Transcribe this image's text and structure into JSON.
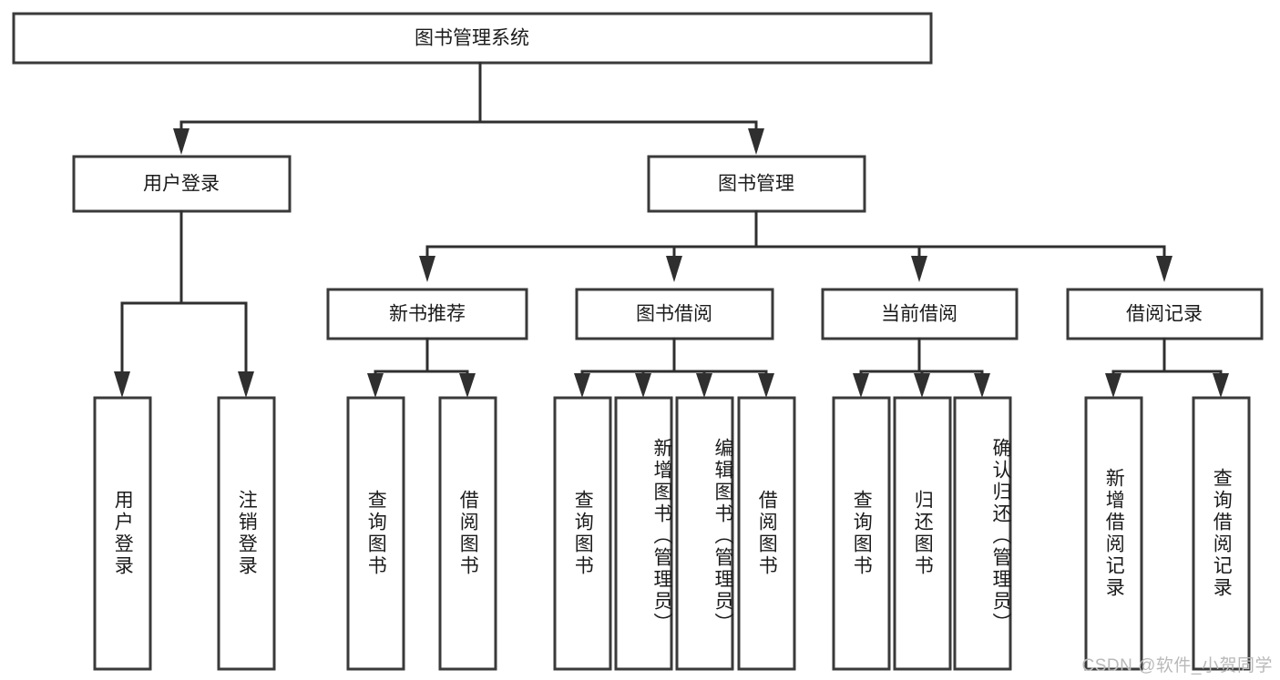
{
  "diagram": {
    "title": "图书管理系统",
    "watermark": "CSDN @软件_小贺同学",
    "root": {
      "label": "图书管理系统"
    },
    "level1": [
      {
        "label": "用户登录"
      },
      {
        "label": "图书管理"
      }
    ],
    "level2": [
      {
        "label": "新书推荐"
      },
      {
        "label": "图书借阅"
      },
      {
        "label": "当前借阅"
      },
      {
        "label": "借阅记录"
      }
    ],
    "leaves": {
      "user_login": [
        {
          "label": "用户登录"
        },
        {
          "label": "注销登录"
        }
      ],
      "new_book_recommend": [
        {
          "label": "查询图书"
        },
        {
          "label": "借阅图书"
        }
      ],
      "book_borrow": [
        {
          "label": "查询图书"
        },
        {
          "label": "新增图书（管理员）"
        },
        {
          "label": "编辑图书（管理员）"
        },
        {
          "label": "借阅图书"
        }
      ],
      "current_borrow": [
        {
          "label": "查询图书"
        },
        {
          "label": "归还图书"
        },
        {
          "label": "确认归还（管理员）"
        }
      ],
      "borrow_record": [
        {
          "label": "新增借阅记录"
        },
        {
          "label": "查询借阅记录"
        }
      ]
    }
  },
  "chart_data": {
    "type": "diagram",
    "subtype": "tree-hierarchy",
    "title": "图书管理系统",
    "orientation": "top-down",
    "nodes": [
      {
        "id": "root",
        "label": "图书管理系统",
        "level": 0,
        "parent": null
      },
      {
        "id": "n1",
        "label": "用户登录",
        "level": 1,
        "parent": "root"
      },
      {
        "id": "n2",
        "label": "图书管理",
        "level": 1,
        "parent": "root"
      },
      {
        "id": "n1a",
        "label": "用户登录",
        "level": 2,
        "parent": "n1"
      },
      {
        "id": "n1b",
        "label": "注销登录",
        "level": 2,
        "parent": "n1"
      },
      {
        "id": "n2a",
        "label": "新书推荐",
        "level": 2,
        "parent": "n2"
      },
      {
        "id": "n2b",
        "label": "图书借阅",
        "level": 2,
        "parent": "n2"
      },
      {
        "id": "n2c",
        "label": "当前借阅",
        "level": 2,
        "parent": "n2"
      },
      {
        "id": "n2d",
        "label": "借阅记录",
        "level": 2,
        "parent": "n2"
      },
      {
        "id": "n2a1",
        "label": "查询图书",
        "level": 3,
        "parent": "n2a"
      },
      {
        "id": "n2a2",
        "label": "借阅图书",
        "level": 3,
        "parent": "n2a"
      },
      {
        "id": "n2b1",
        "label": "查询图书",
        "level": 3,
        "parent": "n2b"
      },
      {
        "id": "n2b2",
        "label": "新增图书（管理员）",
        "level": 3,
        "parent": "n2b"
      },
      {
        "id": "n2b3",
        "label": "编辑图书（管理员）",
        "level": 3,
        "parent": "n2b"
      },
      {
        "id": "n2b4",
        "label": "借阅图书",
        "level": 3,
        "parent": "n2b"
      },
      {
        "id": "n2c1",
        "label": "查询图书",
        "level": 3,
        "parent": "n2c"
      },
      {
        "id": "n2c2",
        "label": "归还图书",
        "level": 3,
        "parent": "n2c"
      },
      {
        "id": "n2c3",
        "label": "确认归还（管理员）",
        "level": 3,
        "parent": "n2c"
      },
      {
        "id": "n2d1",
        "label": "新增借阅记录",
        "level": 3,
        "parent": "n2d"
      },
      {
        "id": "n2d2",
        "label": "查询借阅记录",
        "level": 3,
        "parent": "n2d"
      }
    ],
    "edge_style": "orthogonal-arrow",
    "colors": {
      "box_fill": "#ffffff",
      "box_stroke": "#3a3a3a",
      "connector": "#2f2f2f",
      "text": "#1b1b1b",
      "watermark": "#b9b9b9"
    }
  }
}
